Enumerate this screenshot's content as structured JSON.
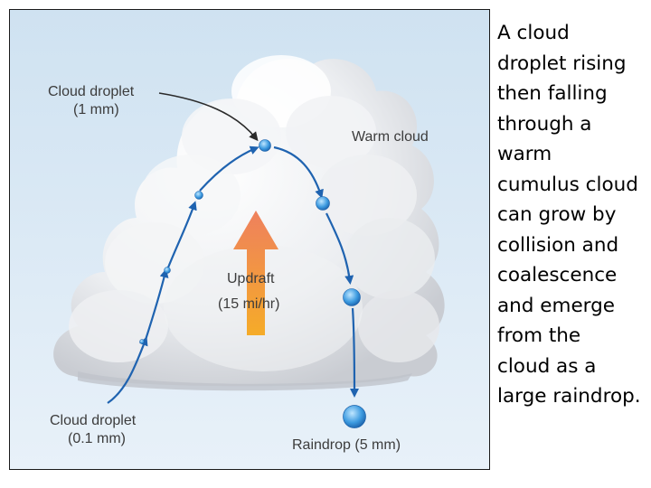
{
  "diagram": {
    "labels": {
      "droplet_top": "Cloud droplet",
      "droplet_top_size": "(1 mm)",
      "warm_cloud": "Warm cloud",
      "updraft": "Updraft",
      "updraft_speed": "(15 mi/hr)",
      "droplet_bottom": "Cloud droplet",
      "droplet_bottom_size": "(0.1 mm)",
      "raindrop": "Raindrop (5 mm)"
    },
    "colors": {
      "sky_top": "#d2e4f2",
      "sky_bottom": "#e6f0f8",
      "path_blue": "#1f63b0",
      "updraft_top": "#f08050",
      "updraft_bottom": "#f5a020"
    }
  },
  "caption": {
    "lines": [
      "A cloud",
      "droplet rising",
      "then falling",
      "through a",
      "warm",
      "cumulus cloud",
      "can grow by",
      "collision and",
      "coalescence",
      "and emerge",
      "from the",
      "cloud as a",
      "large raindrop."
    ]
  }
}
